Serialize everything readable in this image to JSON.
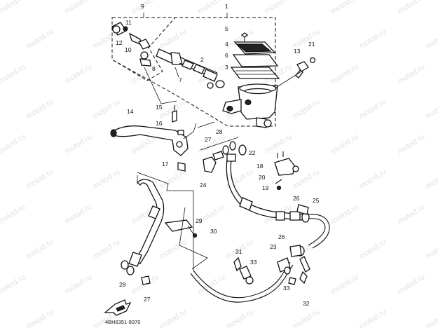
{
  "diagram": {
    "code": "4BH6351-8370",
    "watermark": "motod.ru",
    "callouts": [
      "9",
      "1",
      "11",
      "12",
      "10",
      "8",
      "5",
      "4",
      "6",
      "3",
      "2",
      "7",
      "13",
      "21",
      "14",
      "15",
      "16",
      "17",
      "24",
      "27",
      "28",
      "22",
      "18",
      "20",
      "19",
      "26",
      "25",
      "29",
      "30",
      "31",
      "33",
      "23",
      "26",
      "28",
      "27",
      "33",
      "32"
    ]
  }
}
